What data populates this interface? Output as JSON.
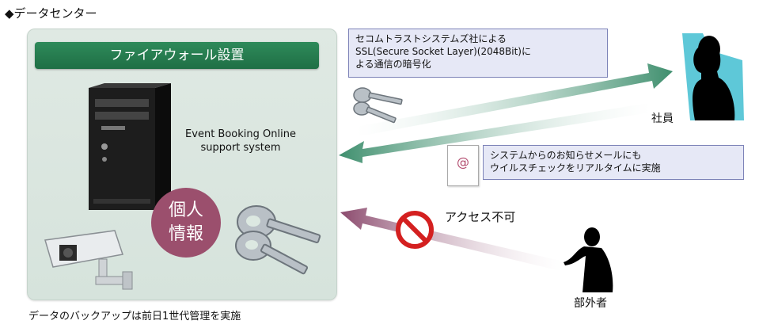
{
  "section_title": "◆データセンター",
  "firewall": "ファイアウォール設置",
  "system_label": [
    "Event Booking Online",
    "support system"
  ],
  "personal_info": [
    "個人",
    "情報"
  ],
  "backup_note": "データのバックアップは前日1世代管理を実施",
  "ssl_callout": [
    "セコムトラストシステムズ社による",
    "SSL(Secure Socket Layer)(2048Bit)に",
    "よる通信の暗号化"
  ],
  "virus_callout": [
    "システムからのお知らせメールにも",
    "ウイルスチェックをリアルタイムに実施"
  ],
  "mail_icon_text": "@",
  "employee_label": "社員",
  "outsider_label": "部外者",
  "no_access_label": "アクセス不可",
  "colors": {
    "panel": "#dce8e1",
    "firewall": "#2a7f52",
    "personal_info": "#9b4f6d",
    "arrow_green": "#3f8f6e",
    "arrow_purple": "#8b4a6d",
    "callout_bg": "#e6e8f6",
    "callout_border": "#7d83b8"
  }
}
